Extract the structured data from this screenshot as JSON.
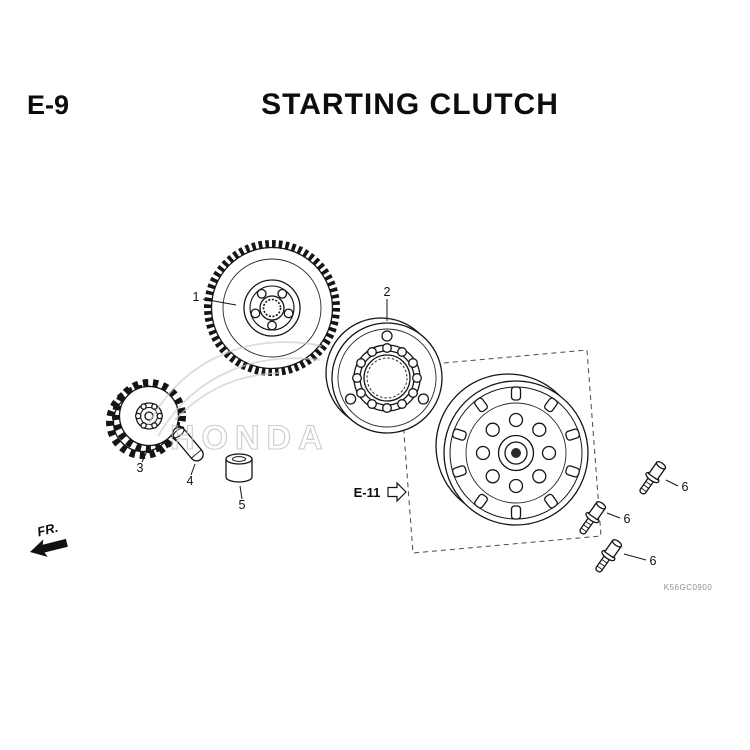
{
  "header": {
    "page_code": "E-9",
    "title": "STARTING CLUTCH"
  },
  "diagram": {
    "callouts": {
      "c1": "1",
      "c2": "2",
      "c3": "3",
      "c4": "4",
      "c5": "5",
      "c6a": "6",
      "c6b": "6",
      "c6c": "6"
    },
    "reference_code": "E-11",
    "front_marker": "FR.",
    "watermark_text": "HONDA",
    "drawing_code": "K56GC0900"
  },
  "colors": {
    "ink": "#151515",
    "watermark": "#c2c2c2",
    "background": "#ffffff"
  }
}
